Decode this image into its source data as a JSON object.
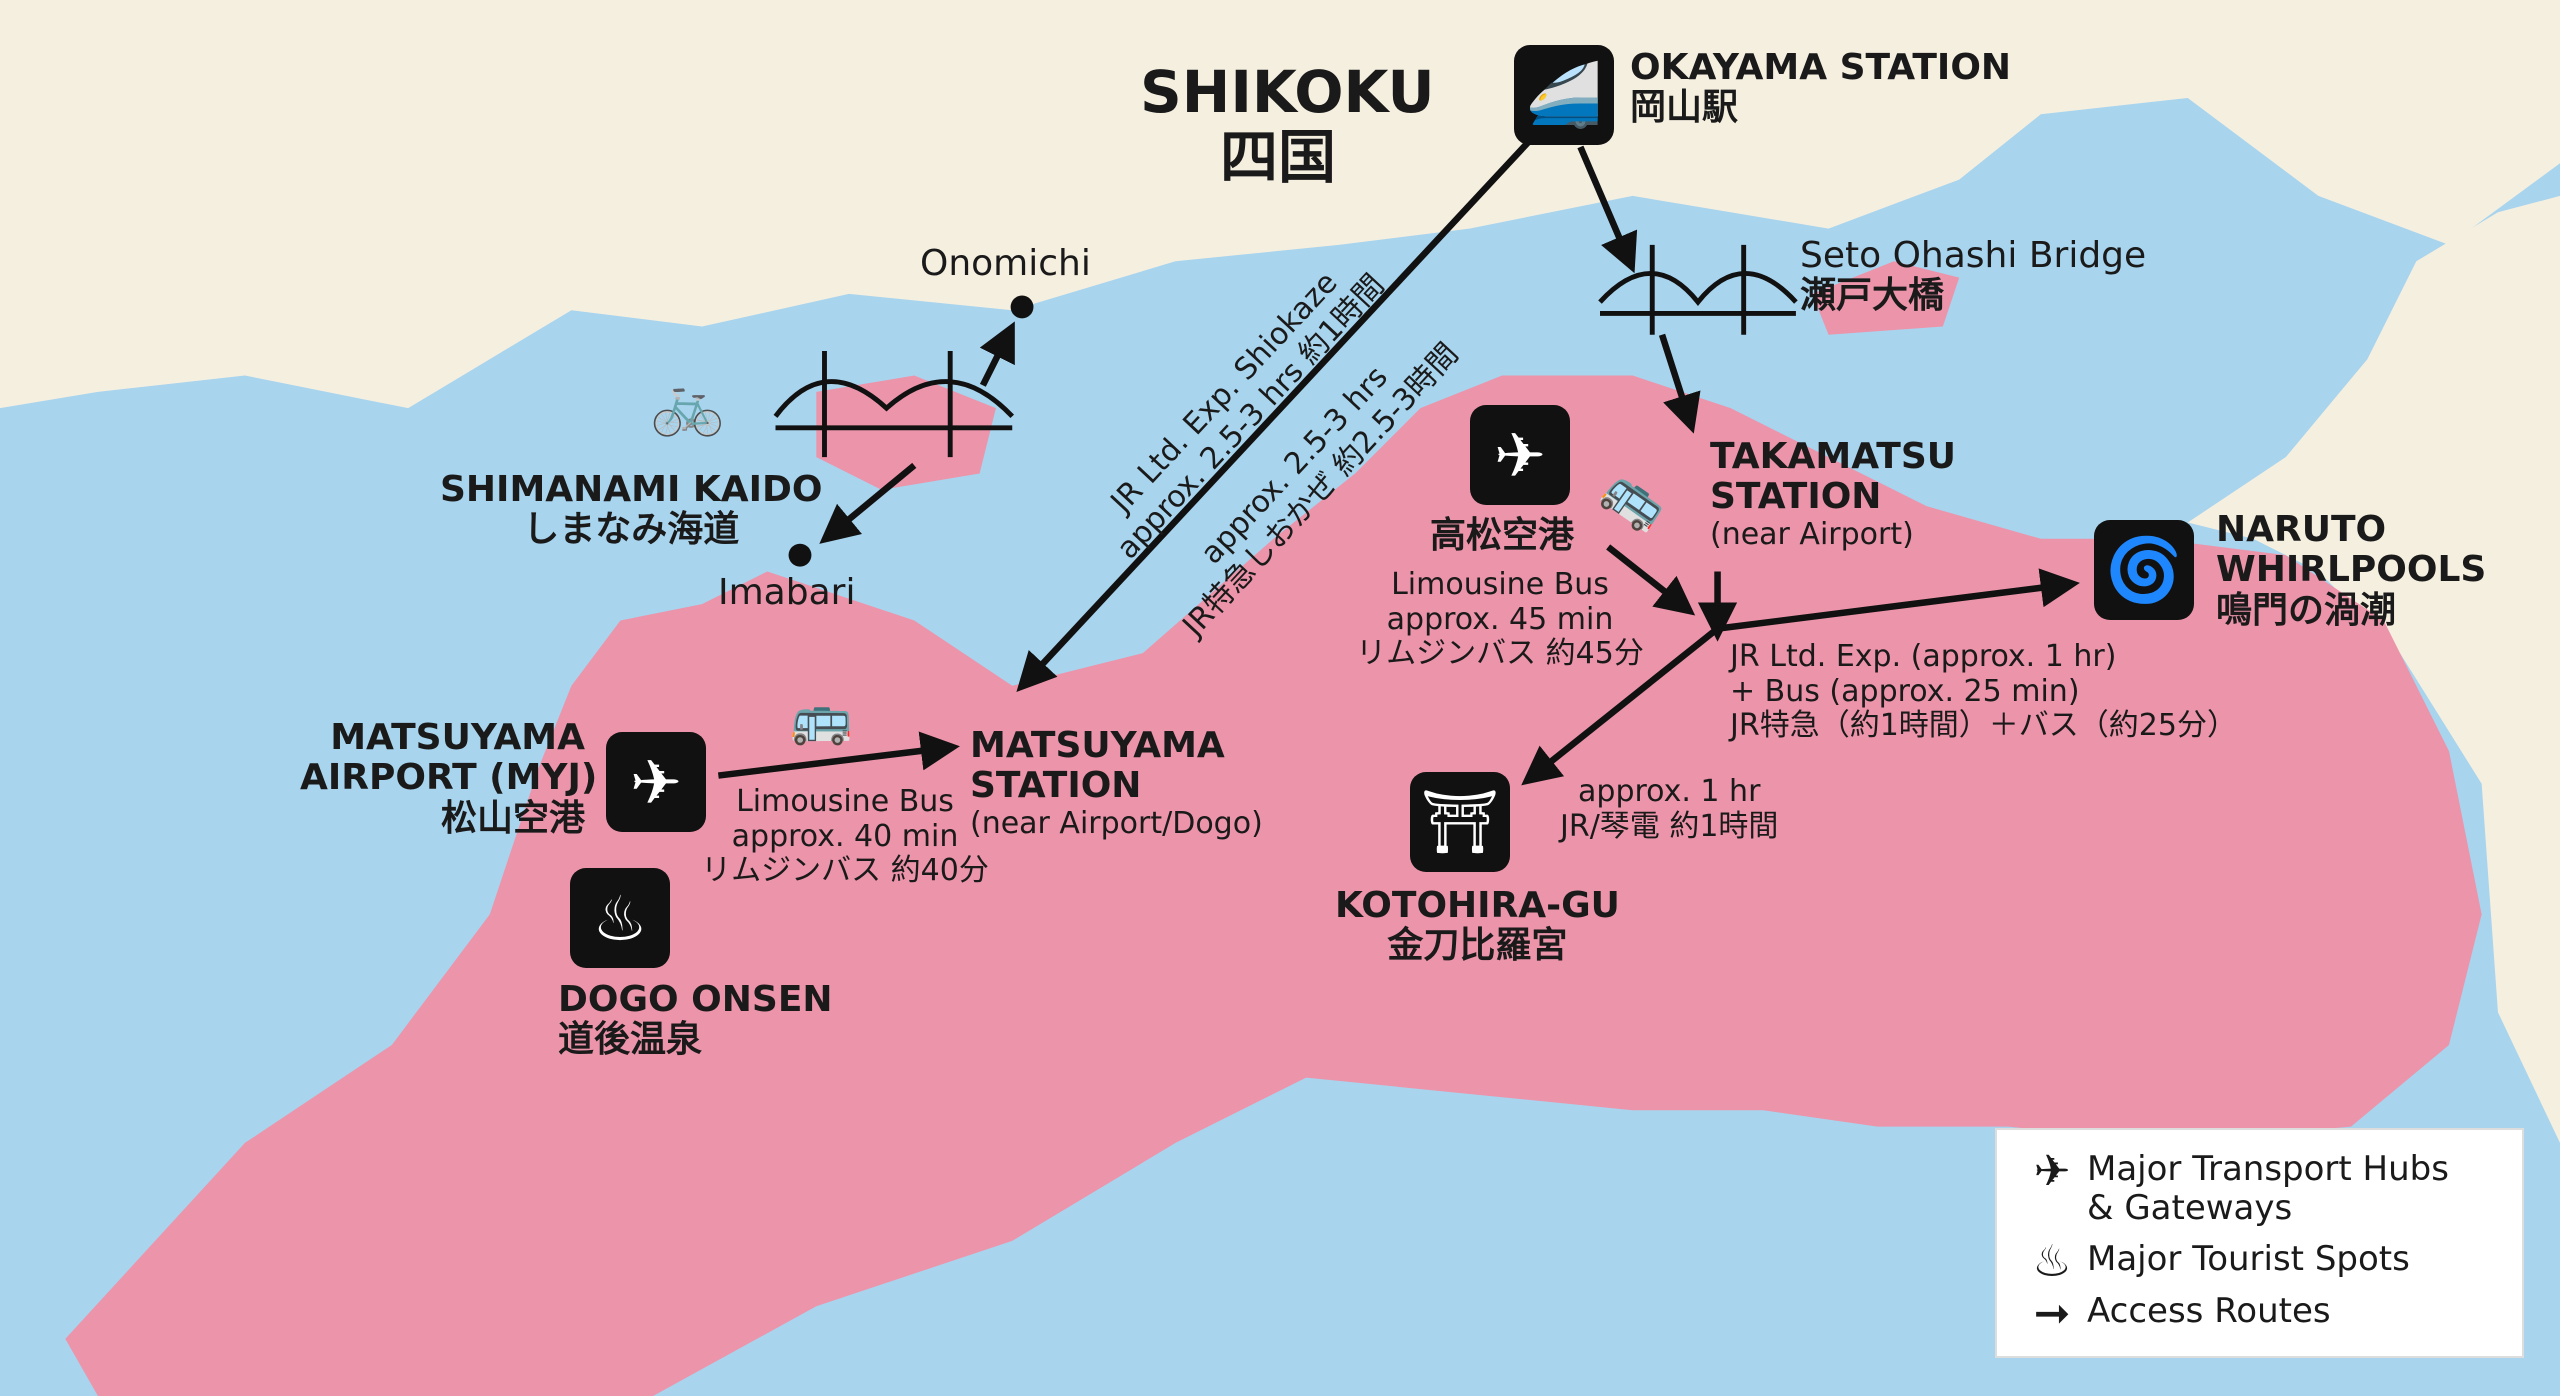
{
  "title": {
    "en": "SHIKOKU",
    "ja": "四国"
  },
  "colors": {
    "sea": "#a8d4ee",
    "land": "#f5efe0",
    "shikoku": "#ec94aa",
    "ink": "#111111"
  },
  "places": {
    "okayama": {
      "en": "OKAYAMA STATION",
      "ja": "岡山駅",
      "icon": "shinkansen-icon"
    },
    "onomichi": {
      "en": "Onomichi"
    },
    "imabari": {
      "en": "Imabari"
    },
    "shimanami": {
      "en": "SHIMANAMI KAIDO",
      "ja": "しまなみ海道",
      "icon": "bicycle-icon"
    },
    "seto": {
      "en": "Seto Ohashi Bridge",
      "ja": "瀬戸大橋",
      "icon": "bridge-icon"
    },
    "takamatsu_airport": {
      "ja": "高松空港",
      "icon": "airplane-icon"
    },
    "takamatsu_station": {
      "line1": "TAKAMATSU",
      "line2": "STATION",
      "note": "(near Airport)"
    },
    "naruto": {
      "line1": "NARUTO",
      "line2": "WHIRLPOOLS",
      "ja": "鳴門の渦潮",
      "icon": "whirlpool-icon"
    },
    "kotohira": {
      "en": "KOTOHIRA-GU",
      "ja": "金刀比羅宮",
      "icon": "torii-icon"
    },
    "matsuyama_airport": {
      "line1": "MATSUYAMA",
      "line2": "AIRPORT (MYJ)",
      "ja": "松山空港",
      "icon": "airplane-icon"
    },
    "matsuyama_station": {
      "line1": "MATSUYAMA",
      "line2": "STATION",
      "note": "(near Airport/Dogo)"
    },
    "dogo": {
      "en": "DOGO ONSEN",
      "ja": "道後温泉",
      "icon": "onsen-icon"
    }
  },
  "routes": {
    "shiokaze_a": [
      "JR Ltd. Exp. Shiokaze",
      "approx. 2.5-3 hrs 約1時間"
    ],
    "shiokaze_b": [
      "approx. 2.5-3 hrs",
      "JR特急しおかぜ 約2.5-3時間"
    ],
    "takamatsu_bus": [
      "Limousine Bus",
      "approx. 45 min",
      "リムジンバス 約45分"
    ],
    "naruto": [
      "JR Ltd. Exp. (approx. 1 hr)",
      "+ Bus (approx. 25 min)",
      "JR特急（約1時間）＋バス（約25分）"
    ],
    "kotohira": [
      "approx. 1 hr",
      "JR/琴電 約1時間"
    ],
    "matsuyama_bus": [
      "Limousine Bus",
      "approx. 40 min",
      "リムジンバス 約40分"
    ]
  },
  "legend": [
    {
      "icon": "airplane-icon",
      "label1": "Major Transport Hubs",
      "label2": "& Gateways"
    },
    {
      "icon": "onsen-icon",
      "label1": "Major Tourist Spots"
    },
    {
      "icon": "arrow-icon",
      "label1": "Access Routes"
    }
  ]
}
